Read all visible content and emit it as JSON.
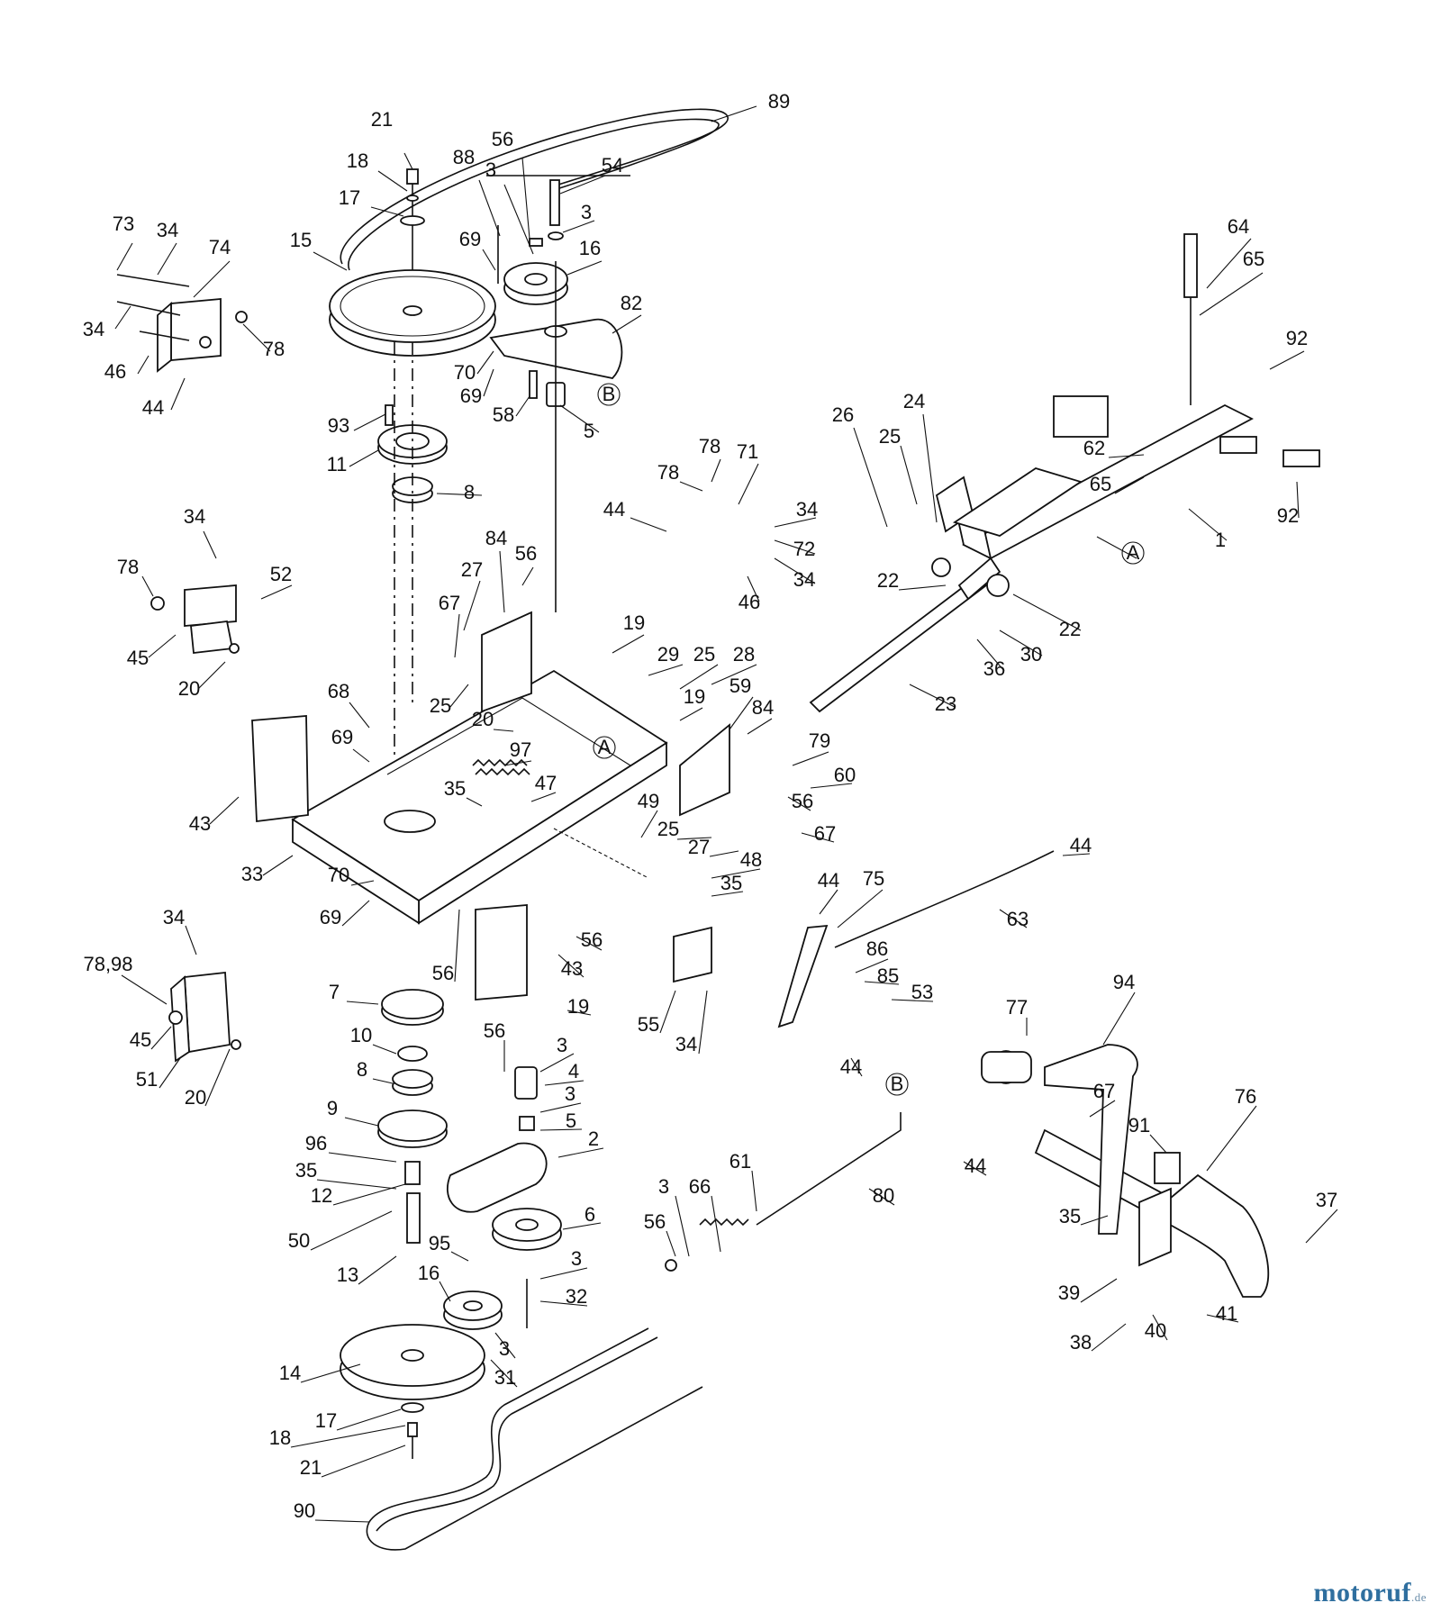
{
  "watermark": {
    "brand": "motoruf",
    "suffix": ".de"
  },
  "callouts": [
    {
      "id": "c89",
      "text": "89"
    },
    {
      "id": "c21a",
      "text": "21"
    },
    {
      "id": "c56a",
      "text": "56"
    },
    {
      "id": "c18a",
      "text": "18"
    },
    {
      "id": "c88",
      "text": "88"
    },
    {
      "id": "c3a",
      "text": "3"
    },
    {
      "id": "c54",
      "text": "54"
    },
    {
      "id": "c17a",
      "text": "17"
    },
    {
      "id": "c3b",
      "text": "3"
    },
    {
      "id": "c73",
      "text": "73"
    },
    {
      "id": "c34a",
      "text": "34"
    },
    {
      "id": "c74",
      "text": "74"
    },
    {
      "id": "c15",
      "text": "15"
    },
    {
      "id": "c69a",
      "text": "69"
    },
    {
      "id": "c16a",
      "text": "16"
    },
    {
      "id": "c82",
      "text": "82"
    },
    {
      "id": "c34b",
      "text": "34"
    },
    {
      "id": "c78a",
      "text": "78"
    },
    {
      "id": "c46a",
      "text": "46"
    },
    {
      "id": "c70a",
      "text": "70"
    },
    {
      "id": "c69b",
      "text": "69"
    },
    {
      "id": "c58",
      "text": "58"
    },
    {
      "id": "c44a",
      "text": "44"
    },
    {
      "id": "cB1",
      "text": "B"
    },
    {
      "id": "c93",
      "text": "93"
    },
    {
      "id": "c5a",
      "text": "5"
    },
    {
      "id": "c11",
      "text": "11"
    },
    {
      "id": "c8a",
      "text": "8"
    },
    {
      "id": "c64",
      "text": "64"
    },
    {
      "id": "c65a",
      "text": "65"
    },
    {
      "id": "c92a",
      "text": "92"
    },
    {
      "id": "c24",
      "text": "24"
    },
    {
      "id": "c26",
      "text": "26"
    },
    {
      "id": "c25a",
      "text": "25"
    },
    {
      "id": "c62",
      "text": "62"
    },
    {
      "id": "c65b",
      "text": "65"
    },
    {
      "id": "c92b",
      "text": "92"
    },
    {
      "id": "c1",
      "text": "1"
    },
    {
      "id": "cA1",
      "text": "A"
    },
    {
      "id": "c78b",
      "text": "78"
    },
    {
      "id": "c71",
      "text": "71"
    },
    {
      "id": "c78c",
      "text": "78"
    },
    {
      "id": "c44b",
      "text": "44"
    },
    {
      "id": "c34c",
      "text": "34"
    },
    {
      "id": "c72",
      "text": "72"
    },
    {
      "id": "c34d",
      "text": "34"
    },
    {
      "id": "c46b",
      "text": "46"
    },
    {
      "id": "c34e",
      "text": "34"
    },
    {
      "id": "c78d",
      "text": "78"
    },
    {
      "id": "c52",
      "text": "52"
    },
    {
      "id": "c84a",
      "text": "84"
    },
    {
      "id": "c56b",
      "text": "56"
    },
    {
      "id": "c27a",
      "text": "27"
    },
    {
      "id": "c67a",
      "text": "67"
    },
    {
      "id": "c45a",
      "text": "45"
    },
    {
      "id": "c20a",
      "text": "20"
    },
    {
      "id": "c22a",
      "text": "22"
    },
    {
      "id": "c22b",
      "text": "22"
    },
    {
      "id": "c30",
      "text": "30"
    },
    {
      "id": "c36",
      "text": "36"
    },
    {
      "id": "c23",
      "text": "23"
    },
    {
      "id": "c19a",
      "text": "19"
    },
    {
      "id": "c29",
      "text": "29"
    },
    {
      "id": "c25b",
      "text": "25"
    },
    {
      "id": "c28",
      "text": "28"
    },
    {
      "id": "c25c",
      "text": "25"
    },
    {
      "id": "c68",
      "text": "68"
    },
    {
      "id": "c19b",
      "text": "19"
    },
    {
      "id": "c59",
      "text": "59"
    },
    {
      "id": "c84b",
      "text": "84"
    },
    {
      "id": "c20b",
      "text": "20"
    },
    {
      "id": "c69c",
      "text": "69"
    },
    {
      "id": "c79",
      "text": "79"
    },
    {
      "id": "c97",
      "text": "97"
    },
    {
      "id": "cA2",
      "text": "A"
    },
    {
      "id": "c60",
      "text": "60"
    },
    {
      "id": "c47",
      "text": "47"
    },
    {
      "id": "c35a",
      "text": "35"
    },
    {
      "id": "c49",
      "text": "49"
    },
    {
      "id": "c56c",
      "text": "56"
    },
    {
      "id": "c43a",
      "text": "43"
    },
    {
      "id": "c25d",
      "text": "25"
    },
    {
      "id": "c67b",
      "text": "67"
    },
    {
      "id": "c27b",
      "text": "27"
    },
    {
      "id": "c33",
      "text": "33"
    },
    {
      "id": "c44c",
      "text": "44"
    },
    {
      "id": "c48",
      "text": "48"
    },
    {
      "id": "c70b",
      "text": "70"
    },
    {
      "id": "c35b",
      "text": "35"
    },
    {
      "id": "c44d",
      "text": "44"
    },
    {
      "id": "c75",
      "text": "75"
    },
    {
      "id": "c69d",
      "text": "69"
    },
    {
      "id": "c63",
      "text": "63"
    },
    {
      "id": "c34f",
      "text": "34"
    },
    {
      "id": "c56d",
      "text": "56"
    },
    {
      "id": "c78_98",
      "text": "78,98"
    },
    {
      "id": "c86",
      "text": "86"
    },
    {
      "id": "c43b",
      "text": "43"
    },
    {
      "id": "c85",
      "text": "85"
    },
    {
      "id": "c56e",
      "text": "56"
    },
    {
      "id": "c7",
      "text": "7"
    },
    {
      "id": "c53",
      "text": "53"
    },
    {
      "id": "c19c",
      "text": "19"
    },
    {
      "id": "c94",
      "text": "94"
    },
    {
      "id": "c77",
      "text": "77"
    },
    {
      "id": "c45b",
      "text": "45"
    },
    {
      "id": "c55",
      "text": "55"
    },
    {
      "id": "c10",
      "text": "10"
    },
    {
      "id": "c34g",
      "text": "34"
    },
    {
      "id": "c56f",
      "text": "56"
    },
    {
      "id": "c3c",
      "text": "3"
    },
    {
      "id": "c20c",
      "text": "20"
    },
    {
      "id": "c51",
      "text": "51"
    },
    {
      "id": "c8b",
      "text": "8"
    },
    {
      "id": "c4",
      "text": "4"
    },
    {
      "id": "c44e",
      "text": "44"
    },
    {
      "id": "c9",
      "text": "9"
    },
    {
      "id": "c3d",
      "text": "3"
    },
    {
      "id": "cB2",
      "text": "B"
    },
    {
      "id": "c67c",
      "text": "67"
    },
    {
      "id": "c76",
      "text": "76"
    },
    {
      "id": "c5b",
      "text": "5"
    },
    {
      "id": "c96",
      "text": "96"
    },
    {
      "id": "c2",
      "text": "2"
    },
    {
      "id": "c91",
      "text": "91"
    },
    {
      "id": "c35c",
      "text": "35"
    },
    {
      "id": "c44f",
      "text": "44"
    },
    {
      "id": "c12",
      "text": "12"
    },
    {
      "id": "c61",
      "text": "61"
    },
    {
      "id": "c3e",
      "text": "3"
    },
    {
      "id": "c66",
      "text": "66"
    },
    {
      "id": "c80",
      "text": "80"
    },
    {
      "id": "c37",
      "text": "37"
    },
    {
      "id": "c6",
      "text": "6"
    },
    {
      "id": "c56g",
      "text": "56"
    },
    {
      "id": "c35d",
      "text": "35"
    },
    {
      "id": "c50",
      "text": "50"
    },
    {
      "id": "c95",
      "text": "95"
    },
    {
      "id": "c3f",
      "text": "3"
    },
    {
      "id": "c13",
      "text": "13"
    },
    {
      "id": "c16b",
      "text": "16"
    },
    {
      "id": "c32",
      "text": "32"
    },
    {
      "id": "c41",
      "text": "41"
    },
    {
      "id": "c39",
      "text": "39"
    },
    {
      "id": "c14",
      "text": "14"
    },
    {
      "id": "c3g",
      "text": "3"
    },
    {
      "id": "c31",
      "text": "31"
    },
    {
      "id": "c40",
      "text": "40"
    },
    {
      "id": "c38",
      "text": "38"
    },
    {
      "id": "c17b",
      "text": "17"
    },
    {
      "id": "c18b",
      "text": "18"
    },
    {
      "id": "c21b",
      "text": "21"
    },
    {
      "id": "c90",
      "text": "90"
    }
  ]
}
